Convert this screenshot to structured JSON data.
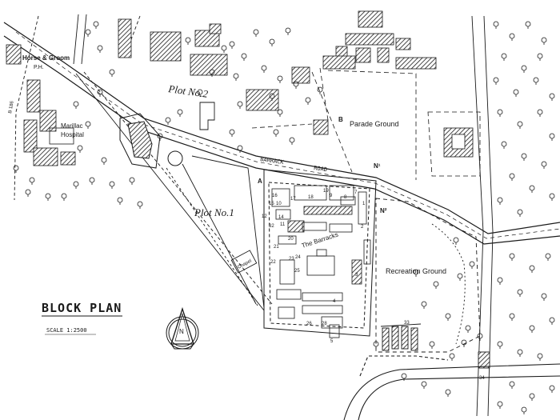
{
  "map": {
    "title": "BLOCK PLAN",
    "scale": "SCALE 1:2500",
    "north": "N",
    "labels": {
      "pub": "Horse & Groom",
      "pub_ph": "P.H.",
      "hospital_1": "Marillac",
      "hospital_2": "Hospital",
      "plot2": "Plot No.2",
      "plot1": "Plot No.1",
      "parade": "Parade Ground",
      "road_1": "BARRACK",
      "road_2": "ROAD",
      "barracks": "The Barracks",
      "recreation": "Recreation Ground",
      "chapel": "Chapel",
      "point_a": "A",
      "point_b": "B",
      "point_n1": "N¹",
      "point_n2": "N²",
      "b186": "B 186"
    },
    "building_numbers": [
      "1",
      "2",
      "3",
      "4",
      "5",
      "7",
      "8",
      "9",
      "10",
      "11",
      "12",
      "14",
      "15",
      "16",
      "17",
      "18",
      "19",
      "20",
      "21",
      "22",
      "23",
      "24",
      "25",
      "26",
      "28",
      "32",
      "33",
      "34"
    ]
  },
  "colors": {
    "ink": "#1a1a1a",
    "paper": "#ffffff"
  }
}
